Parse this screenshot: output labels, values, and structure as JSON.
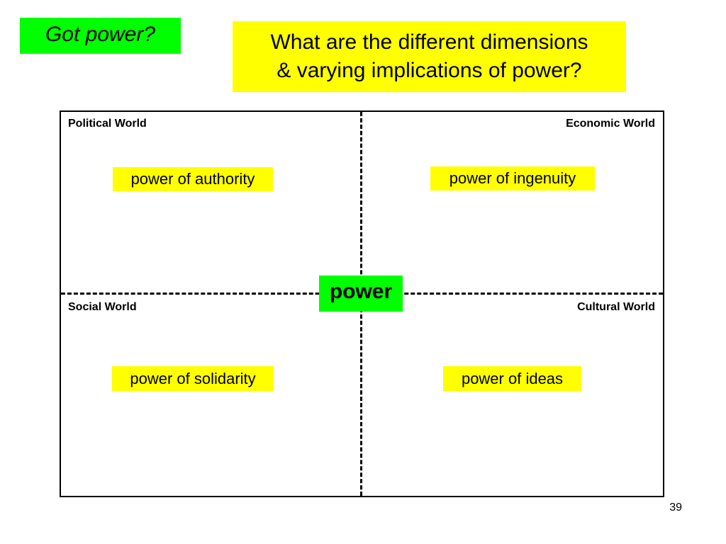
{
  "slide": {
    "tag": "Got power?",
    "question_line1": "What are the different dimensions",
    "question_line2": "& varying implications of power?",
    "page_number": "39"
  },
  "quadrants": {
    "top_left": {
      "label": "Political World",
      "item": "power of authority"
    },
    "top_right": {
      "label": "Economic World",
      "item": "power of ingenuity"
    },
    "bottom_left": {
      "label": "Social World",
      "item": "power of solidarity"
    },
    "bottom_right": {
      "label": "Cultural World",
      "item": "power of ideas"
    }
  },
  "center_label": "power",
  "colors": {
    "green_highlight": "#00ff00",
    "yellow_highlight": "#ffff00",
    "line": "#000000"
  }
}
